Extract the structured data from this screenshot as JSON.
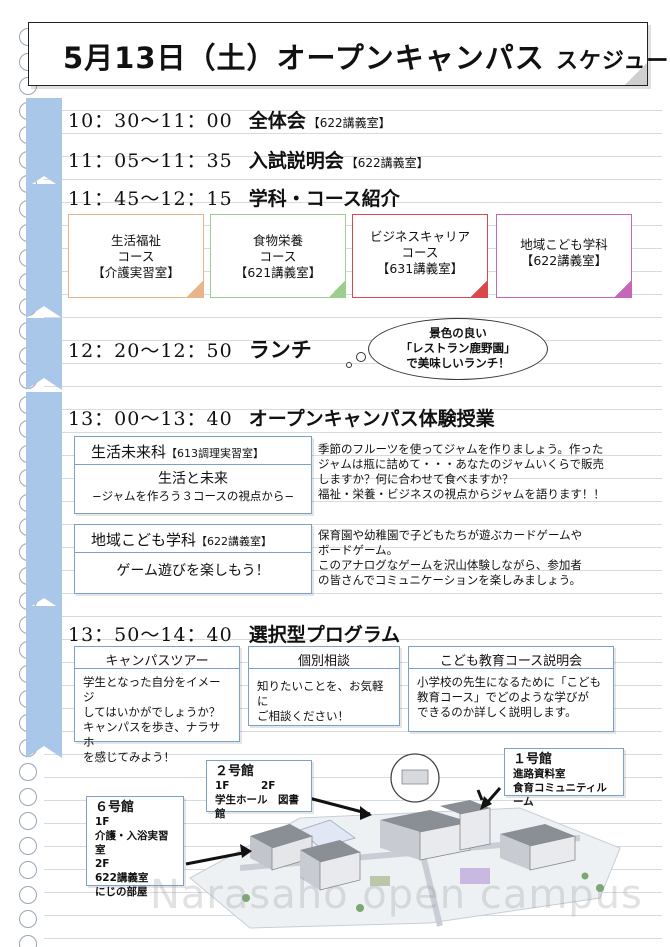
{
  "title": {
    "main": "5月13日（土）オープンキャンパス",
    "sub": "スケジュール"
  },
  "schedule": [
    {
      "time": "10：30〜11：00",
      "event": "全体会",
      "room": "【622講義室】"
    },
    {
      "time": "11：05〜11：35",
      "event": "入試説明会",
      "room": "【622講義室】"
    },
    {
      "time": "11：45〜12：15",
      "event": "学科・コース紹介",
      "room": ""
    },
    {
      "time": "12：20〜12：50",
      "event": "ランチ",
      "room": ""
    },
    {
      "time": "13：00〜13：40",
      "event": "オープンキャンパス体験授業",
      "room": ""
    },
    {
      "time": "13：50〜14：40",
      "event": "選択型プログラム",
      "room": ""
    }
  ],
  "courses": [
    {
      "line1": "生活福祉",
      "line2": "コース",
      "line3": "【介護実習室】",
      "color": "#e8b48a"
    },
    {
      "line1": "食物栄養",
      "line2": "コース",
      "line3": "【621講義室】",
      "color": "#9ccf8f"
    },
    {
      "line1": "ビジネスキャリア",
      "line2": "コース",
      "line3": "【631講義室】",
      "color": "#d9484a"
    },
    {
      "line1": "地域こども学科",
      "line2": "【622講義室】",
      "line3": "",
      "color": "#c666b8"
    }
  ],
  "lunch": {
    "line1": "景色の良い",
    "line2": "「レストラン鹿野園」",
    "line3": "で美味しいランチ！"
  },
  "classes": [
    {
      "name": "生活未来科",
      "room": "【613調理実習室】",
      "title": "生活と未来",
      "subtitle": "−ジャムを作ろう３コースの視点から−",
      "desc": [
        "季節のフルーツを使ってジャムを作りましょう。作った",
        "ジャムは瓶に詰めて・・・あなたのジャムいくらで販売",
        "しますか？何に合わせて食べますか？",
        "福祉・栄養・ビジネスの視点からジャムを語ります！！"
      ]
    },
    {
      "name": "地域こども学科",
      "room": "【622講義室】",
      "title": "ゲーム遊びを楽しもう！",
      "subtitle": "",
      "desc": [
        "保育園や幼稚園で子どもたちが遊ぶカードゲームや",
        "ボードゲーム。",
        "このアナログなゲームを沢山体験しながら、参加者",
        "の皆さんでコミュニケーションを楽しみましょう。"
      ]
    }
  ],
  "programs": [
    {
      "title": "キャンパスツアー",
      "lines": [
        "学生となった自分をイメージ",
        "してはいかがでしょうか？",
        "キャンパスを歩き、ナラサホ",
        "を感じてみよう！"
      ]
    },
    {
      "title": "個別相談",
      "lines": [
        "知りたいことを、お気軽に",
        "ご相談ください！"
      ]
    },
    {
      "title": "こども教育コース説明会",
      "lines": [
        "小学校の先生になるために「こども",
        "教育コース」でどのような学びが",
        "できるのか詳しく説明します。"
      ]
    }
  ],
  "buildings": [
    {
      "name": "１号館",
      "lines": [
        "進路資料室",
        "食育コミュニティルーム"
      ]
    },
    {
      "name": "２号館",
      "lines": [
        "1F　　　2F",
        "学生ホール　図書館"
      ]
    },
    {
      "name": "６号館",
      "lines": [
        "1F",
        "介護・入浴実習室",
        "2F",
        "622講義室",
        "にじの部屋"
      ]
    }
  ],
  "watermark": "Narasaho open campus",
  "colors": {
    "tab": "#a9c7e8",
    "box_border": "#7da0c8"
  }
}
